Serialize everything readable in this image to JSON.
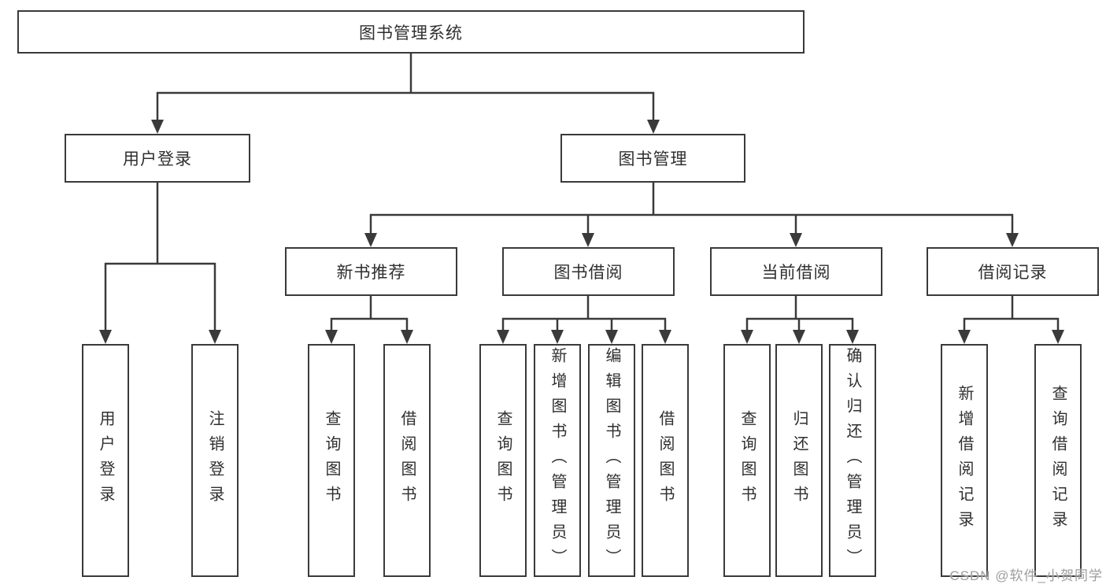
{
  "diagram": {
    "title": "图书管理系统",
    "nodes": {
      "root": "图书管理系统",
      "user_login": "用户登录",
      "book_mgmt": "图书管理",
      "new_book_rec": "新书推荐",
      "book_borrow": "图书借阅",
      "current_borrow": "当前借阅",
      "borrow_records": "借阅记录",
      "leaf_login": "用户登录",
      "leaf_logout": "注销登录",
      "rec_query_book": "查询图书",
      "rec_borrow_book": "借阅图书",
      "bb_query_book": "查询图书",
      "bb_add_book": "新增图书（管理员）",
      "bb_edit_book": "编辑图书（管理员）",
      "bb_borrow_book": "借阅图书",
      "cb_query_book": "查询图书",
      "cb_return_book": "归还图书",
      "cb_confirm_return": "确认归还（管理员）",
      "br_add_record": "新增借阅记录",
      "br_query_record": "查询借阅记录"
    },
    "colors": {
      "line": "#3a3a3a",
      "box_border": "#3a3a3a",
      "box_fill": "#ffffff",
      "text": "#2f2f2f",
      "background": "#ffffff",
      "watermark": "#9d9d9d"
    }
  },
  "watermark": {
    "text": "CSDN @软件_小贺同学"
  }
}
